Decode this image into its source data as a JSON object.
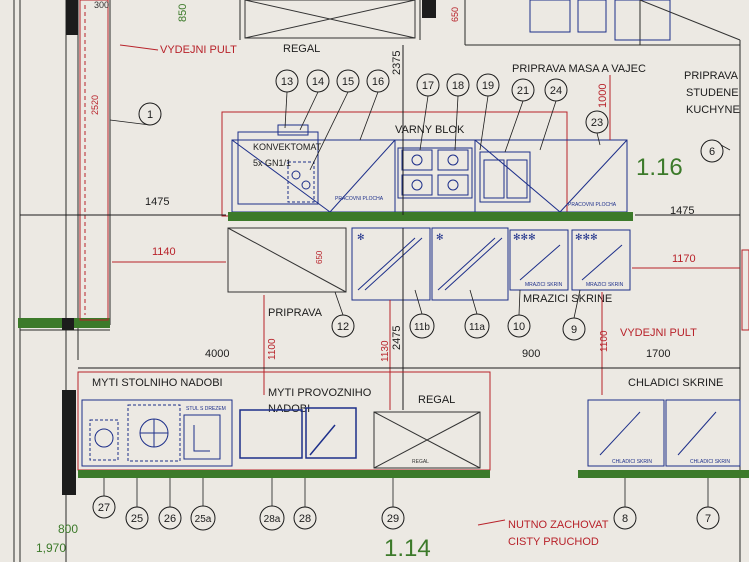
{
  "labels": {
    "vydejni_pult_top": "VYDEJNI PULT",
    "regal_top": "REGAL",
    "priprava_masa": "PRIPRAVA MASA A VAJEC",
    "priprava_studene": "PRIPRAVA",
    "studene_kuchyne_1": "STUDENE",
    "studene_kuchyne_2": "KUCHYNE",
    "varny_blok": "VARNY BLOK",
    "konvektomat": "KONVEKTOMAT",
    "konvektomat_size": "5x GN1/1",
    "pracovni_plocha_1": "PRACOVNI PLOCHA",
    "pracovni_plocha_2": "PRACOVNI PLOCHA",
    "priprava": "PRIPRAVA",
    "mrazici_skrine": "MRAZICI SKRINE",
    "vydejni_pult_right": "VYDEJNI PULT",
    "myti_stolniho": "MYTI STOLNIHO NADOBI",
    "myti_provozniho_1": "MYTI PROVOZNIHO",
    "myti_provozniho_2": "NADOBI",
    "regal_bottom": "REGAL",
    "regal_small": "REGAL",
    "chladici_skrine": "CHLADICI SKRINE",
    "stul_s_drezem": "STUL S DREZEM",
    "mrazici_small_1": "MRAZICI SKRIN",
    "mrazici_small_2": "MRAZICI SKRIN",
    "chladici_small_1": "CHLADICI SKRIN",
    "chladici_small_2": "CHLADICI SKRIN",
    "nutno_1": "NUTNO ZACHOVAT",
    "nutno_2": "CISTY PRUCHOD",
    "room_116": "1.16",
    "room_114": "1.14"
  },
  "dimensions": {
    "d1475_left": "1475",
    "d1475_right": "1475",
    "d1140": "1140",
    "d1170": "1170",
    "d2375": "2375",
    "d1000": "1000",
    "d650": "650",
    "d2475": "2475",
    "d1130": "1130",
    "d1100_left": "1100",
    "d1100_right": "1100",
    "d4000": "4000",
    "d900": "900",
    "d1700": "1700",
    "d2520": "2520",
    "d800": "800",
    "d1970": "1,970",
    "d850": "850",
    "d300": "300",
    "d650_top": "650"
  },
  "item_numbers": [
    "1",
    "13",
    "14",
    "15",
    "16",
    "17",
    "18",
    "19",
    "21",
    "24",
    "23",
    "6",
    "12",
    "11b",
    "11a",
    "10",
    "9",
    "27",
    "25",
    "26",
    "25a",
    "28a",
    "28",
    "29",
    "8",
    "7"
  ]
}
